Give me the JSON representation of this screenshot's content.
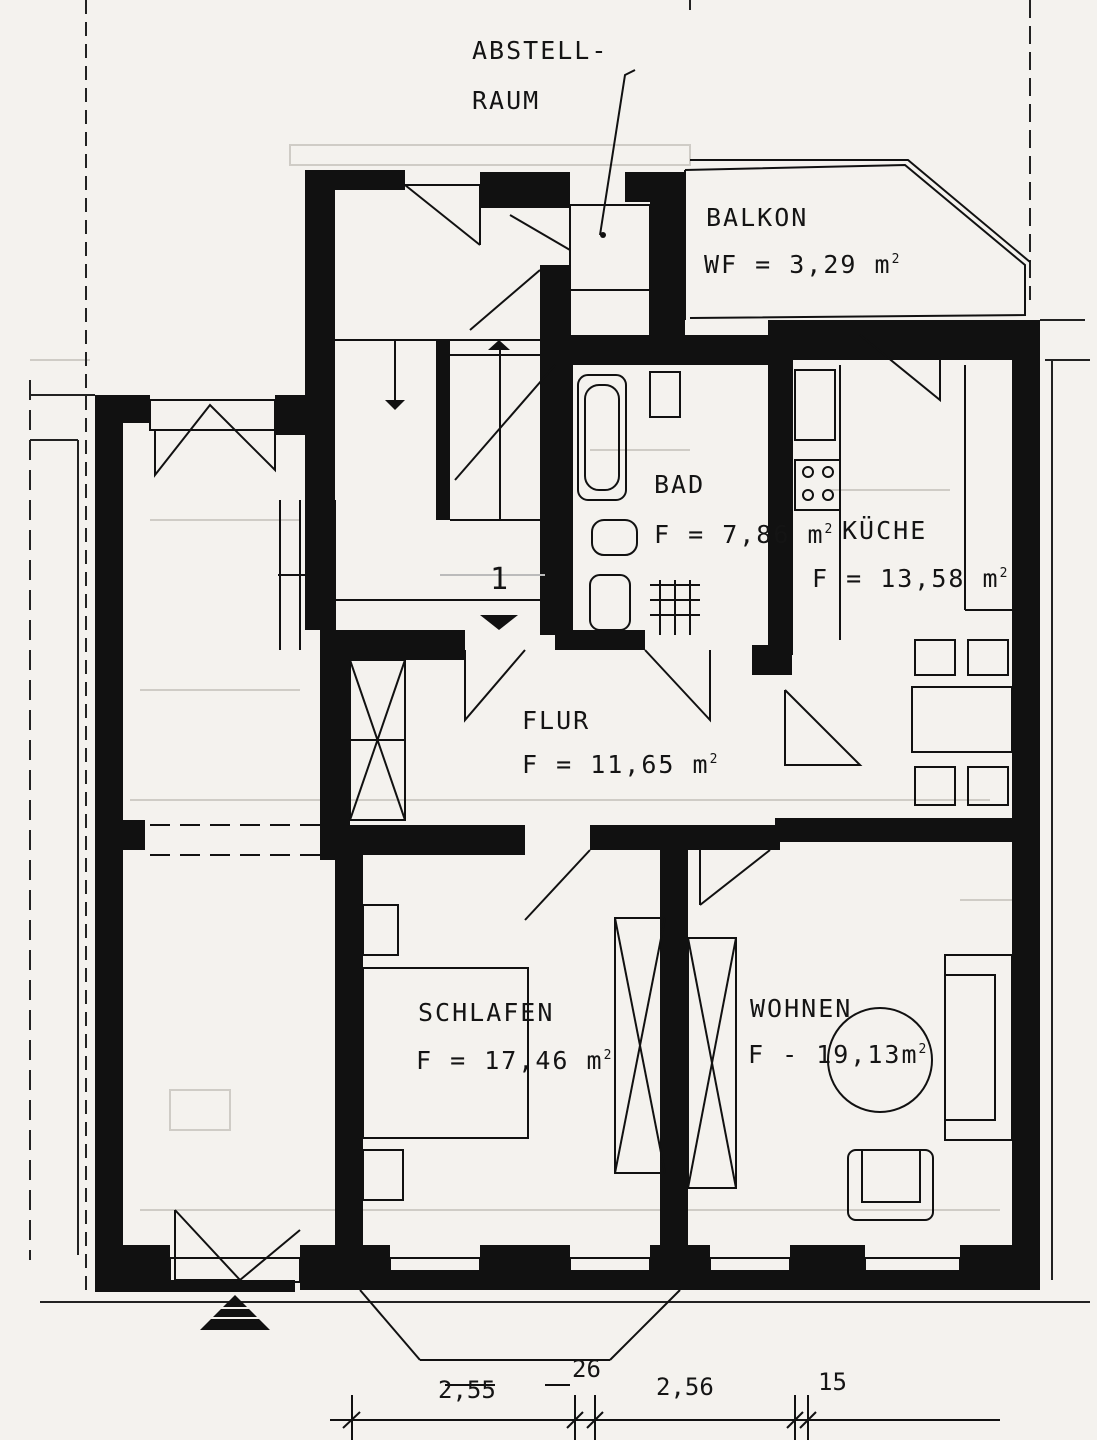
{
  "rooms": {
    "abstellraum": {
      "line1": "ABSTELL-",
      "line2": "RAUM"
    },
    "balkon": {
      "name": "BALKON",
      "area": "WF = 3,29 m",
      "sup": "2"
    },
    "bad": {
      "name": "BAD",
      "area": "F = 7,86 m",
      "sup": "2"
    },
    "kueche": {
      "name": "KÜCHE",
      "area": "F = 13,58 m",
      "sup": "2"
    },
    "flur": {
      "name": "FLUR",
      "area": "F = 11,65 m",
      "sup": "2"
    },
    "schlafen": {
      "name": "SCHLAFEN",
      "area": "F = 17,46 m",
      "sup": "2"
    },
    "wohnen": {
      "name": "WOHNEN",
      "area": "F - 19,13m",
      "sup": "2"
    }
  },
  "stair_number": "1",
  "dimensions": {
    "d1": "2,55",
    "d2": "26",
    "d3": "2,56",
    "d4": "15"
  },
  "colors": {
    "wall": "#111111",
    "paper": "#f4f2ee",
    "ghost": "#c9c6c0"
  }
}
